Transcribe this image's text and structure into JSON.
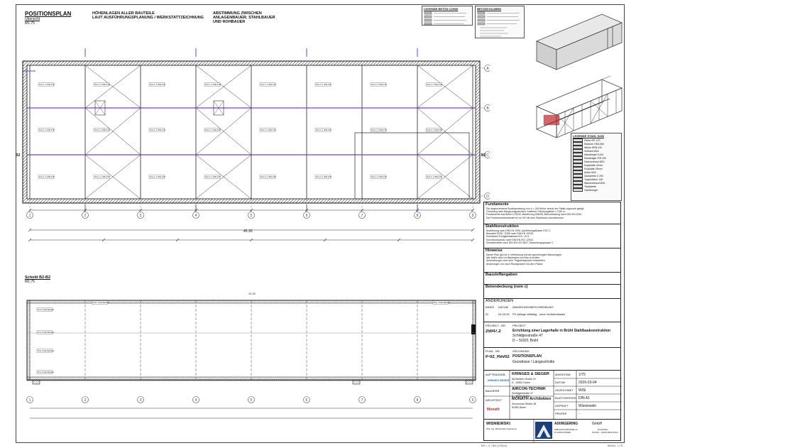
{
  "header": {
    "title": "POSITIONSPLAN",
    "subtitle": "Übersicht",
    "scale": "M1:75",
    "col2_line1": "HÖHENLAGEN ALLER BAUTEILE",
    "col2_line2": "LAUT AUSFÜHRUNGSPLANUNG / WERKSTATTZEICHNUNG",
    "col3_line1": "ABSTIMMUNG ZWISCHEN",
    "col3_line2": "ANLAGENBAUER; STAHLBAUER",
    "col3_line3": "UND ROHBAUER",
    "legend_beton_title": "LEGENDE BETON C25/30",
    "legend_betonvol_title": "BETONVOLUMEN"
  },
  "plan": {
    "grid_rows": [
      "A",
      "B",
      "C",
      "D"
    ],
    "grid_cols": [
      "1",
      "2",
      "3",
      "4",
      "5",
      "6",
      "7",
      "8",
      "9"
    ],
    "total_dim": "45.30",
    "section_title": "Schnitt B2-B2",
    "section_scale": "M1:75",
    "height_dim": "10.20",
    "section_marker": "B2",
    "purlin_label": "Pos 4 Dachpfette",
    "frame_label": "Pos 1.1 IPE 270"
  },
  "legend_stahl": {
    "title": "LEGENDE STAHL S235",
    "items": [
      "Pfette IPE 270",
      "Rahmen HEA 300",
      "Stütze HEB 240",
      "Verband Ø16",
      "Wandriegel U140",
      "Randträger IPE 200",
      "Dachverband Ø20",
      "Kopfplatte 20mm",
      "Fußplatte 25mm",
      "Anker M24",
      "Dachpfette Z 200",
      "Trapezblech 135",
      "Wandverband Ø16",
      "Traufpfette",
      "Giebelriegel"
    ]
  },
  "notes": {
    "fundamente_title": "Fundamente",
    "fundamente_lines": [
      "Die angenommene Bodenpressung von σ = 300 kN/m² wurde der Statik zugrunde gelegt.",
      "Gründung nach Baugrundgutachten, frostfreie Gründungstiefe ≥ 0,80 m.",
      "Fundamente aus Beton C25/30, Bewehrung B500B, Betondeckung nach DIN EN 1992.",
      "Die Fundamentoberkante ist vor Ort mit dem Stahlbauer abzustimmen."
    ],
    "stahl_title": "Stahlkonstruktion",
    "stahl_lines": [
      "Ausführung nach DIN EN 1090, Ausführungsklasse EXC 2.",
      "Baustahl S235 / S355 nach DIN EN 10025.",
      "Schrauben Festigkeitsklasse 8.8 / 10.9.",
      "Korrosionsschutz nach DIN EN ISO 12944.",
      "Schweißnähte nach DIN EN ISO 5817, Bewertungsgruppe C."
    ],
    "hinweise_title": "Hinweise",
    "hinweise_lines": [
      "Dieser Plan gilt nur in Verbindung mit den genehmigten Bauvorlagen.",
      "Alle Maße sind vor Baubeginn am Bau zu prüfen.",
      "Abweichungen sind dem Tragwerksplaner mitzuteilen.",
      "Änderungen nur nach Rücksprache mit dem Planer."
    ],
    "baustoff_title": "Baustoffangaben",
    "betondeckung_title": "Betondeckung  (nom c)"
  },
  "aenderungen": {
    "title": "ÄNDERUNGEN",
    "col_index": "INDEX",
    "col_datum": "DATUM",
    "col_beschr": "ÄNDERUNGSBESCHREIBUNG",
    "row_index": "02",
    "row_datum": "04.03.26",
    "row_text": "PV-Anlage völlteilig - neue Verkehrslasten"
  },
  "project": {
    "nr_label": "PROJEKT - NR.",
    "nr": "25047.2",
    "proj_label": "PROJEKT",
    "line1": "Errichtung einer Lagerhalle in Brühl Stahlbaukonstruktion",
    "line2": "Schildgesstraße 47",
    "line3": "D – 50321 Brühl"
  },
  "plan_info": {
    "nr_label": "PLAN - NR.",
    "nr": "P-02_Rev02",
    "z_label": "ZEICHNUNG",
    "z1": "POSITIONSPLAN",
    "z2": "Grundrisse / Längsschnitte"
  },
  "parties": {
    "auftrag_label": "AUFTRAGGEB.",
    "auftrag_name": "KRINGES & SIEGER",
    "auftrag_addr1": "Alt-Berliner Straße 20",
    "auftrag_addr2": "D - 52351 Düren",
    "auftrag_logo": "KRINGES SIEGER",
    "bauherr_label": "BAUHERR",
    "bauherr_name": "AIRCON-TECHNIK",
    "bauherr_addr1": "Schildgesstraße 47",
    "bauherr_addr2": "D - 50321 Brühl",
    "arch_label": "ARCHITEKT",
    "arch_name": "MONATH Architekten",
    "arch_addr1": "Kreuzzunar Straße 48",
    "arch_addr2": "52353 Düren",
    "arch_logo": "Monath"
  },
  "meta": {
    "massstab_label": "MASSSTAB",
    "massstab": "1/75",
    "datum_label": "DATUM",
    "datum": "2026-03-04",
    "gezeichnet_label": "GEZEICHNET",
    "gezeichnet": "WiSi",
    "blatt_label": "BLATTGRÖSSE",
    "blatt": "DIN A1",
    "geprueft_label": "GEPRÜFT",
    "geprueft": "Wisniewski",
    "pruefer_label": "PRÜFER",
    "pruefer": "-"
  },
  "footer": {
    "company1": "WISNIEWSKI",
    "company1_sub": "Dipl.-Ing. Wisniewski Ingenieure",
    "company2": "AIXINGERING",
    "company2_gmbh": "GmbH",
    "company2_addr1": "KREUZAUSTRASSE 13",
    "company2_addr2": "D-47053 DÜREN",
    "company2_right1": "PLANUNG",
    "company2_right2": "STATIK - KONSTRUKTION",
    "page_code": "BH = 0 / BN (0.50m)",
    "page_code_right": "Maßst. 1:75"
  },
  "colors": {
    "purlin": "#7a3fd0",
    "hatch": "#1a1a1a",
    "accent": "#1b6bbf",
    "red": "#c0282d"
  }
}
